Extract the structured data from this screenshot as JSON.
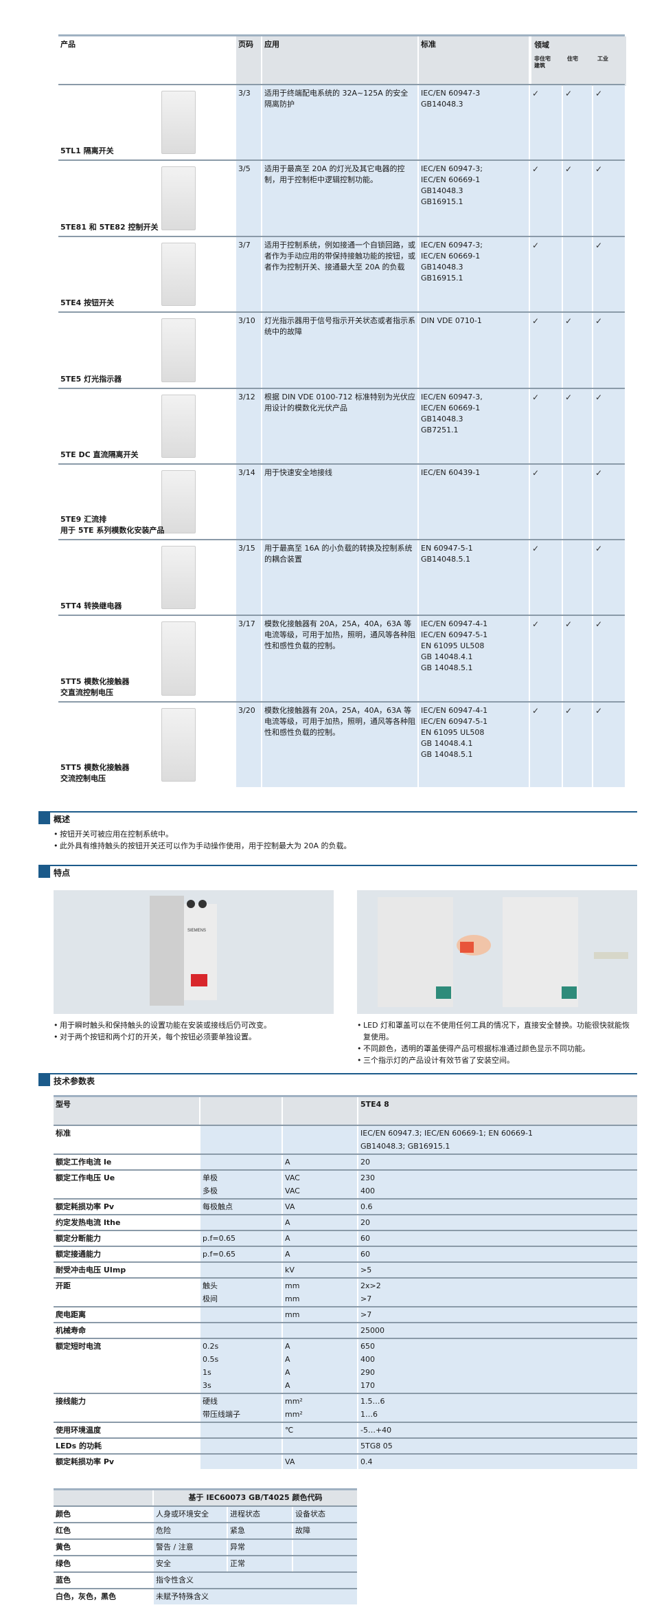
{
  "product_table": {
    "headers": {
      "product": "产品",
      "page": "页码",
      "application": "应用",
      "standard": "标准",
      "domain": "领域",
      "domain_sub": [
        "非住宅建筑",
        "住宅",
        "工业"
      ]
    },
    "rows": [
      {
        "name": "5TL1 隔离开关",
        "page": "3/3",
        "application": "适用于终端配电系统的 32A~125A 的安全隔离防护",
        "standard": "IEC/EN 60947-3\nGB14048.3",
        "checks": [
          "✓",
          "✓",
          "✓"
        ]
      },
      {
        "name": "5TE81 和 5TE82 控制开关",
        "page": "3/5",
        "application": "适用于最高至 20A 的灯光及其它电器的控制，用于控制柜中逻辑控制功能。",
        "standard": "IEC/EN 60947-3;\nIEC/EN 60669-1\nGB14048.3\nGB16915.1",
        "checks": [
          "✓",
          "✓",
          "✓"
        ]
      },
      {
        "name": "5TE4 按钮开关",
        "page": "3/7",
        "application": "适用于控制系统，例如接通一个自锁回路，或者作为手动应用的带保持接触功能的按钮，或者作为控制开关、接通最大至 20A 的负载",
        "standard": "IEC/EN 60947-3;\nIEC/EN 60669-1\nGB14048.3\nGB16915.1",
        "checks": [
          "✓",
          "",
          "✓"
        ]
      },
      {
        "name": "5TE5 灯光指示器",
        "page": "3/10",
        "application": "灯光指示器用于信号指示开关状态或者指示系统中的故障",
        "standard": "DIN VDE 0710-1",
        "checks": [
          "✓",
          "✓",
          "✓"
        ]
      },
      {
        "name": "5TE DC 直流隔离开关",
        "page": "3/12",
        "application": "根据 DIN VDE 0100-712 标准特别为光伏应用设计的模数化光伏产品",
        "standard": "IEC/EN 60947-3,\nIEC/EN 60669-1\nGB14048.3\nGB7251.1",
        "checks": [
          "✓",
          "✓",
          "✓"
        ]
      },
      {
        "name": "5TE9 汇流排\n用于 5TE 系列模数化安装产品",
        "page": "3/14",
        "application": "用于快速安全地接线",
        "standard": "IEC/EN 60439-1",
        "checks": [
          "✓",
          "",
          "✓"
        ]
      },
      {
        "name": "5TT4 转换继电器",
        "page": "3/15",
        "application": "用于最高至 16A 的小负载的转换及控制系统的耦合装置",
        "standard": "EN 60947-5-1\nGB14048.5.1",
        "checks": [
          "✓",
          "",
          "✓"
        ]
      },
      {
        "name": "5TT5 模数化接触器\n交直流控制电压",
        "page": "3/17",
        "application": "模数化接触器有 20A，25A，40A，63A 等电流等级，可用于加热，照明，通风等各种阻性和感性负载的控制。",
        "standard": "IEC/EN 60947-4-1\nIEC/EN 60947-5-1\nEN 61095 UL508\nGB 14048.4.1\nGB 14048.5.1",
        "checks": [
          "✓",
          "✓",
          "✓"
        ]
      },
      {
        "name": "5TT5 模数化接触器\n交流控制电压",
        "page": "3/20",
        "application": "模数化接触器有 20A，25A，40A，63A 等电流等级，可用于加热，照明，通风等各种阻性和感性负载的控制。",
        "standard": "IEC/EN 60947-4-1\nIEC/EN 60947-5-1\nEN 61095 UL508\nGB 14048.4.1\nGB 14048.5.1",
        "checks": [
          "✓",
          "✓",
          "✓"
        ]
      }
    ]
  },
  "overview": {
    "title": "概述",
    "bullets": [
      "按钮开关可被应用在控制系统中。",
      "此外具有维持触头的按钮开关还可以作为手动操作使用，用于控制最大为 20A 的负载。"
    ]
  },
  "features": {
    "title": "特点",
    "left_bullets": [
      "用于瞬时触头和保持触头的设置功能在安装或接线后仍可改变。",
      "对于两个按钮和两个灯的开关，每个按钮必须要单独设置。"
    ],
    "right_bullets": [
      "LED 灯和罩盖可以在不使用任何工具的情况下，直接安全替换。功能很快就能恢复使用。",
      "不同颜色，透明的罩盖使得产品可根据标准通过颜色显示不同功能。",
      "三个指示灯的产品设计有效节省了安装空间。"
    ]
  },
  "tech": {
    "title": "技术参数表",
    "header": {
      "label": "型号",
      "value": "5TE4 8"
    },
    "rows": [
      {
        "label": "标准",
        "sub": [
          ""
        ],
        "unit": [
          ""
        ],
        "value": [
          "IEC/EN 60947.3; IEC/EN 60669-1; EN 60669-1\nGB14048.3; GB16915.1"
        ]
      },
      {
        "label": "额定工作电流 Ie",
        "sub": [
          ""
        ],
        "unit": [
          "A"
        ],
        "value": [
          "20"
        ]
      },
      {
        "label": "额定工作电压 Ue",
        "sub": [
          "单极",
          "多极"
        ],
        "unit": [
          "VAC",
          "VAC"
        ],
        "value": [
          "230",
          "400"
        ]
      },
      {
        "label": "额定耗损功率 Pv",
        "sub": [
          "每极触点"
        ],
        "unit": [
          "VA"
        ],
        "value": [
          "0.6"
        ]
      },
      {
        "label": "约定发热电流 Ithe",
        "sub": [
          ""
        ],
        "unit": [
          "A"
        ],
        "value": [
          "20"
        ]
      },
      {
        "label": "额定分断能力",
        "sub": [
          "p.f=0.65"
        ],
        "unit": [
          "A"
        ],
        "value": [
          "60"
        ]
      },
      {
        "label": "额定接通能力",
        "sub": [
          "p.f=0.65"
        ],
        "unit": [
          "A"
        ],
        "value": [
          "60"
        ]
      },
      {
        "label": "耐受冲击电压 UImp",
        "sub": [
          ""
        ],
        "unit": [
          "kV"
        ],
        "value": [
          ">5"
        ]
      },
      {
        "label": "开距",
        "sub": [
          "触头",
          "极间"
        ],
        "unit": [
          "mm",
          "mm"
        ],
        "value": [
          "2x>2",
          ">7"
        ]
      },
      {
        "label": "爬电距离",
        "sub": [
          ""
        ],
        "unit": [
          "mm"
        ],
        "value": [
          ">7"
        ]
      },
      {
        "label": "机械寿命",
        "sub": [
          ""
        ],
        "unit": [
          ""
        ],
        "value": [
          "25000"
        ]
      },
      {
        "label": "额定短时电流",
        "sub": [
          "0.2s",
          "0.5s",
          "1s",
          "3s"
        ],
        "unit": [
          "A",
          "A",
          "A",
          "A"
        ],
        "value": [
          "650",
          "400",
          "290",
          "170"
        ]
      },
      {
        "label": "接线能力",
        "sub": [
          "硬线",
          "带压线端子"
        ],
        "unit": [
          "mm²",
          "mm²"
        ],
        "value": [
          "1.5…6",
          "1…6"
        ]
      },
      {
        "label": "使用环境温度",
        "sub": [
          ""
        ],
        "unit": [
          "℃"
        ],
        "value": [
          "-5…+40"
        ]
      },
      {
        "label": "LEDs 的功耗",
        "sub": [
          ""
        ],
        "unit": [
          ""
        ],
        "value": [
          "5TG8 05"
        ]
      },
      {
        "label": "额定耗损功率 Pv",
        "sub": [
          ""
        ],
        "unit": [
          "VA"
        ],
        "value": [
          "0.4"
        ]
      }
    ]
  },
  "color_table": {
    "title": "基于 IEC60073 GB/T4025 颜色代码",
    "rows": [
      [
        "颜色",
        "人身或环境安全",
        "进程状态",
        "设备状态"
      ],
      [
        "红色",
        "危险",
        "紧急",
        "故障"
      ],
      [
        "黄色",
        "警告 / 注意",
        "异常",
        ""
      ],
      [
        "绿色",
        "安全",
        "正常",
        ""
      ],
      [
        "蓝色",
        "指令性含义"
      ],
      [
        "白色，灰色，黑色",
        "未赋予特殊含义"
      ]
    ]
  },
  "colors": {
    "accent": "#1b5a8a",
    "cell_blue": "#dce8f4",
    "header_gray": "#dfe3e7"
  }
}
